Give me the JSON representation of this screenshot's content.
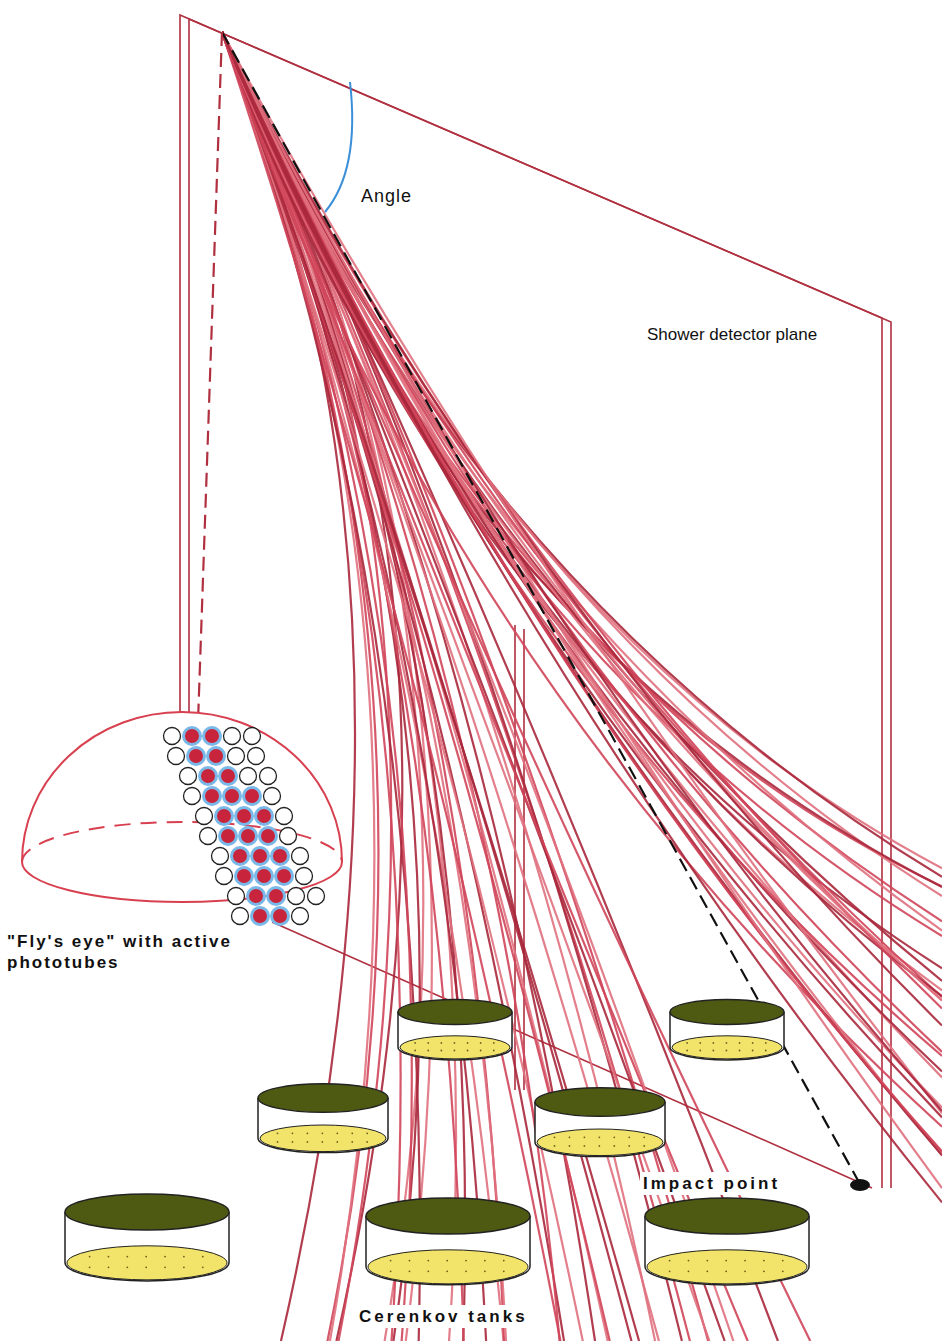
{
  "diagram": {
    "labels": [
      "Angle",
      "Shower detector plane",
      "\"Fly's eye\" with active phototubes",
      "Impact point",
      "Cerenkov tanks"
    ]
  }
}
